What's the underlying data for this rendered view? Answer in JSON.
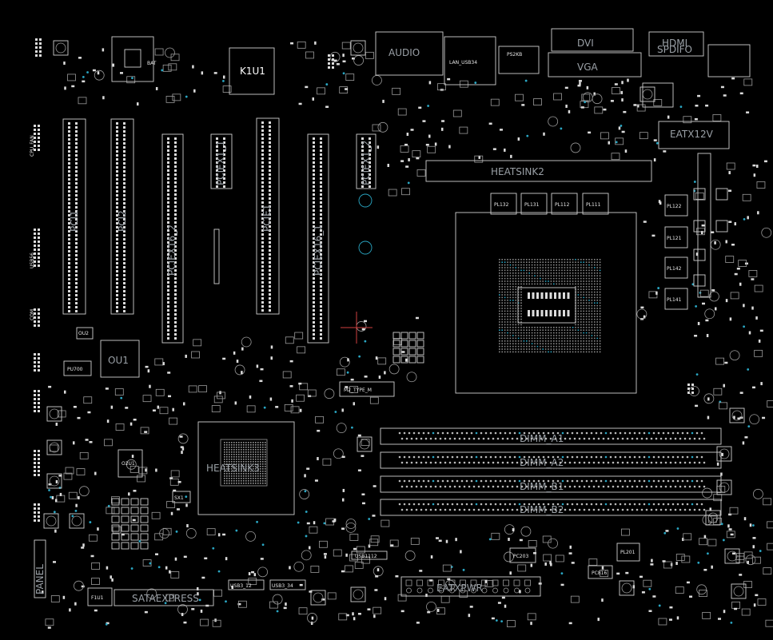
{
  "colors": {
    "background": "#000000",
    "outline": "#cfcfcf",
    "pad": "#dcdcdc",
    "via": "#2aa7c4",
    "cursor": "#d04040",
    "label": "#ffffff"
  },
  "labels": {
    "k1u1": "K1U1",
    "audio": "AUDIO",
    "dvi": "DVI",
    "vga": "VGA",
    "hdmi": "HDMI",
    "spdifo": "SPDIFO",
    "ps2": "PS2KB",
    "lan_usb": "LAN_USB34",
    "atx12v": "EATX12V",
    "heatsink2": "HEATSINK2",
    "pci1": "PCI1",
    "pci2": "PCI2",
    "pciex16_2": "PCIEX16_2",
    "pciex1_1": "PCIEX1_1",
    "pciex1_2": "PCIEX1_2",
    "pci_e1": "PCIE1",
    "pciex16_1": "PCIEX16_1",
    "ou1": "OU1",
    "o2u1": "O2U1",
    "heatsink3": "HEATSINK3",
    "sx1": "SX1",
    "m2": "M2_TYPE_M",
    "dimm_a1": "DIMM_A1",
    "dimm_a2": "DIMM_A2",
    "dimm_b1": "DIMM_B1",
    "dimm_b2": "DIMM_B2",
    "eatxpwr": "EATXPWR",
    "sataexpress": "SATAEXPRESS",
    "f1u1": "F1U1",
    "panel": "PANEL",
    "pl132": "PL132",
    "pl131": "PL131",
    "pl112": "PL112",
    "pl111": "PL111",
    "pl122": "PL122",
    "pl121": "PL121",
    "pl142": "PL142",
    "pl141": "PL141",
    "pl201": "PL201",
    "pu700": "PU700",
    "pc203": "PC203",
    "pc816": "PC816",
    "usb3_12": "USB3_12",
    "usb3_34": "USB3_34",
    "usb1112": "USB1112",
    "ou2": "OU2",
    "usb56": "USB56",
    "cpu_fan": "CPU_FAN",
    "bat": "BAT",
    "com": "COM"
  }
}
